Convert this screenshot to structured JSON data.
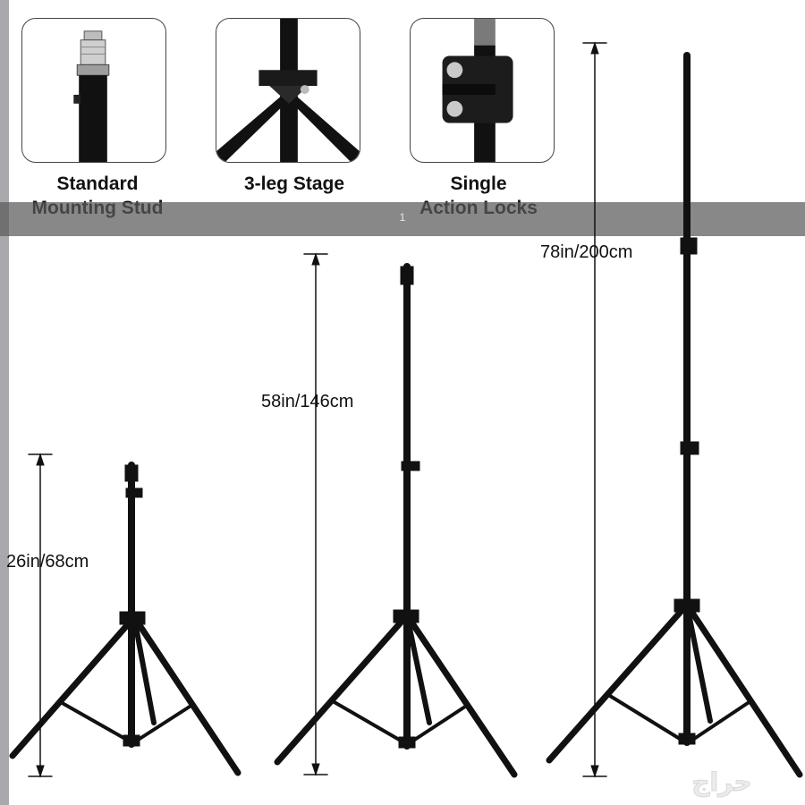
{
  "details": [
    {
      "caption_line1": "Standard",
      "caption_line2": "Mounting Stud",
      "icon": "mounting-stud"
    },
    {
      "caption_line1": "3-leg Stage",
      "caption_line2": "",
      "icon": "leg-bracket"
    },
    {
      "caption_line1": "Single",
      "caption_line2": "Action Locks",
      "icon": "action-lock"
    }
  ],
  "page_indicator": "1",
  "stands": [
    {
      "height_label": "26in/68cm"
    },
    {
      "height_label": "58in/146cm"
    },
    {
      "height_label": "78in/200cm"
    }
  ],
  "watermark": {
    "text": "حراج"
  },
  "colors": {
    "banner": "#5a5a5a",
    "stand": "#111111",
    "left_rule": "#a9a9ad"
  }
}
